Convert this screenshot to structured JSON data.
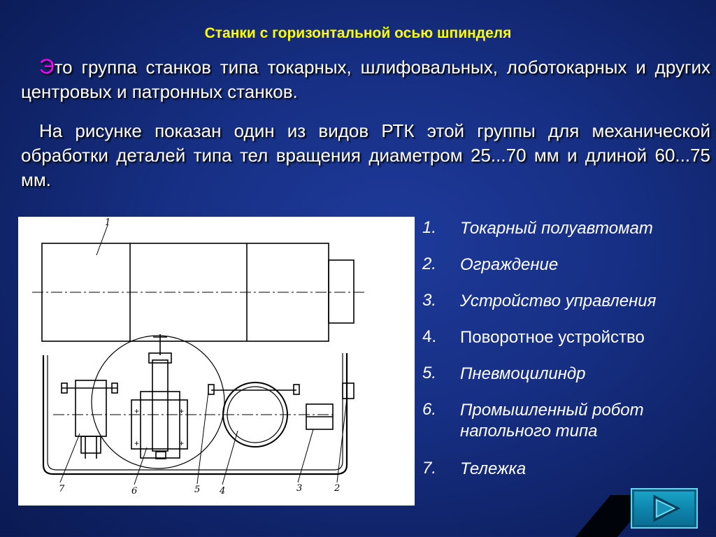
{
  "slide": {
    "title": "Станки с горизонтальной осью шпинделя",
    "para1": {
      "cap": "Э",
      "rest": "то группа станков типа токарных, шлифовальных, лоботокарных и других центровых и патронных станков."
    },
    "para2": "На рисунке показан один из видов РТК этой группы для механической обработки деталей типа тел вращения диаметром 25...70 мм и длиной 60...75 мм.",
    "figure_labels": [
      "1",
      "7",
      "6",
      "5",
      "4",
      "3",
      "2"
    ],
    "legend": [
      {
        "num": "1.",
        "text": "Токарный полуавтомат"
      },
      {
        "num": "2.",
        "text": "Ограждение"
      },
      {
        "num": "3.",
        "text": "Устройство управления"
      },
      {
        "num": "4.",
        "text": "Поворотное устройство"
      },
      {
        "num": "5.",
        "text": "Пневмоцилиндр"
      },
      {
        "num": "6.",
        "text": "Промышленный робот напольного типа"
      },
      {
        "num": "7.",
        "text": "Тележка"
      }
    ],
    "nav_icon": "play-next-icon"
  }
}
